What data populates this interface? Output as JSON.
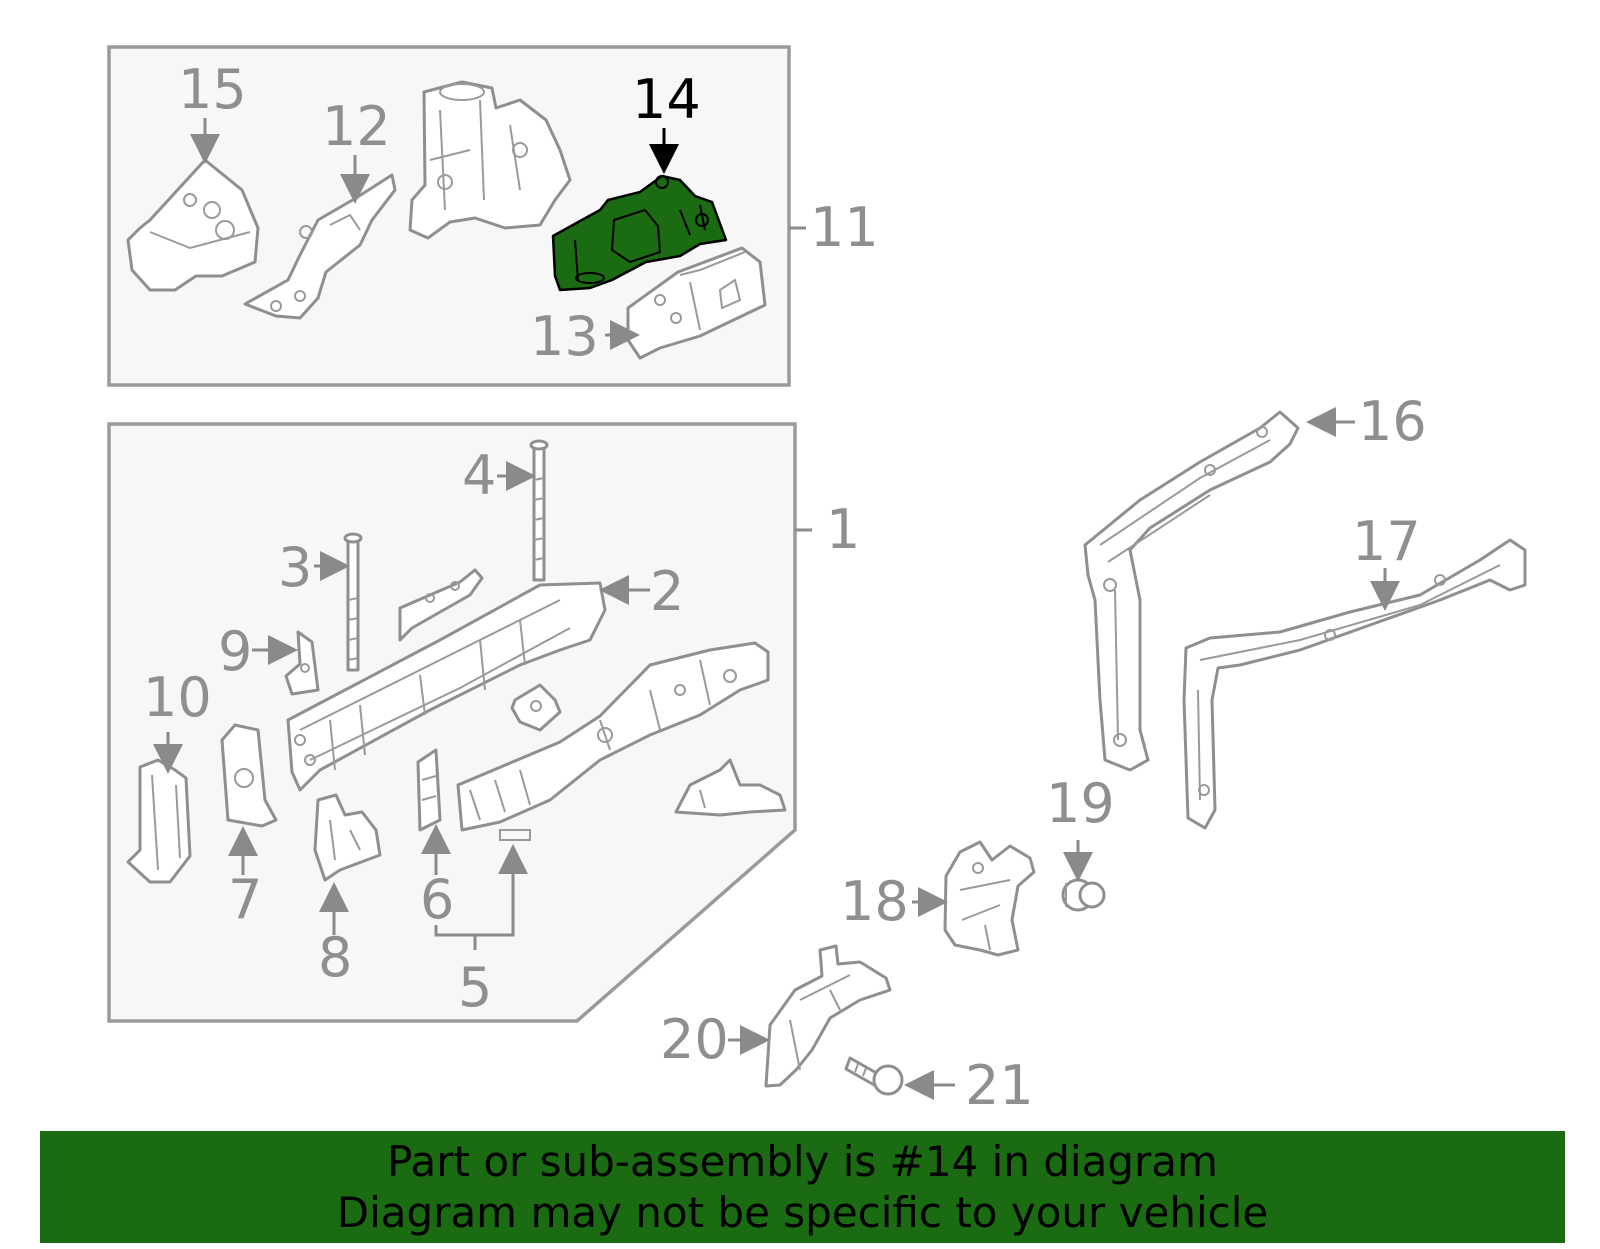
{
  "diagram": {
    "highlight_color": "#1a6b12",
    "callouts": {
      "c1": "1",
      "c2": "2",
      "c3": "3",
      "c4": "4",
      "c5": "5",
      "c6": "6",
      "c7": "7",
      "c8": "8",
      "c9": "9",
      "c10": "10",
      "c11": "11",
      "c12": "12",
      "c13": "13",
      "c14": "14",
      "c15": "15",
      "c16": "16",
      "c17": "17",
      "c18": "18",
      "c19": "19",
      "c20": "20",
      "c21": "21"
    },
    "highlighted_part": "14"
  },
  "banner": {
    "line1": "Part or sub-assembly is #14 in diagram",
    "line2": "Diagram may not be specific to your vehicle"
  }
}
